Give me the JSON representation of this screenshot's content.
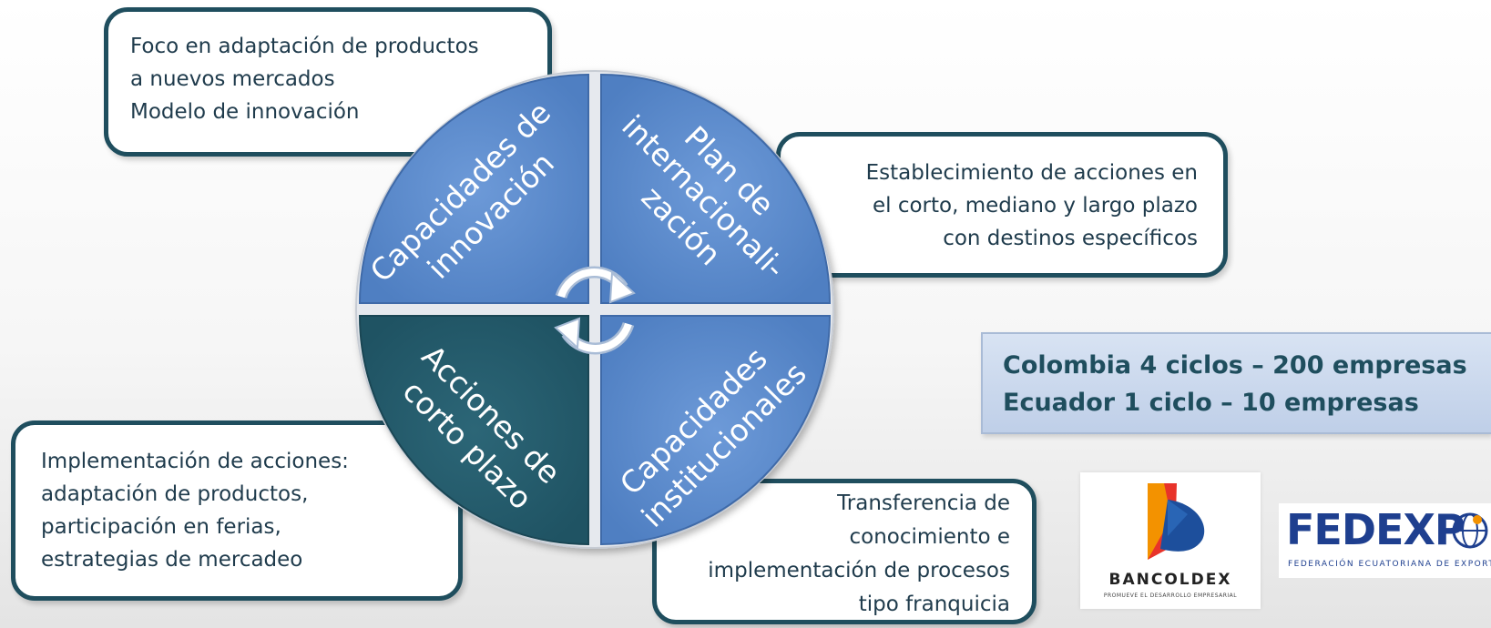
{
  "callouts": {
    "top_left": [
      "Foco en adaptación de productos",
      "a nuevos mercados",
      "Modelo de innovación"
    ],
    "top_right": [
      "Establecimiento de acciones en",
      "el corto, mediano y largo plazo",
      "con destinos específicos"
    ],
    "bottom_left": [
      "Implementación de acciones:",
      "adaptación de productos,",
      "participación en ferias,",
      "estrategias de mercadeo"
    ],
    "bottom_right": [
      "Transferencia de",
      "conocimiento e",
      "implementación de procesos",
      "tipo franquicia"
    ]
  },
  "wheel": {
    "quadrants": {
      "top_left": [
        "Capacidades de",
        "innovación"
      ],
      "top_right": [
        "Plan de",
        "internacionali-",
        "zación"
      ],
      "bottom_left": [
        "Acciones de",
        "corto plazo"
      ],
      "bottom_right": [
        "Capacidades",
        "institucionales"
      ]
    },
    "colors": {
      "blue": "#5b8bce",
      "dark_teal": "#255b6b"
    },
    "center_icon": "circular-arrows-icon"
  },
  "stats": [
    "Colombia 4 ciclos – 200 empresas",
    "Ecuador 1 ciclo – 10 empresas"
  ],
  "logos": {
    "bancoldex": {
      "name": "BANCOLDEX",
      "tagline": "PROMUEVE EL DESARROLLO EMPRESARIAL"
    },
    "fedexpor": {
      "name": "FEDEXPOR",
      "tagline": "FEDERACIÓN ECUATORIANA DE EXPORTADORES"
    }
  }
}
